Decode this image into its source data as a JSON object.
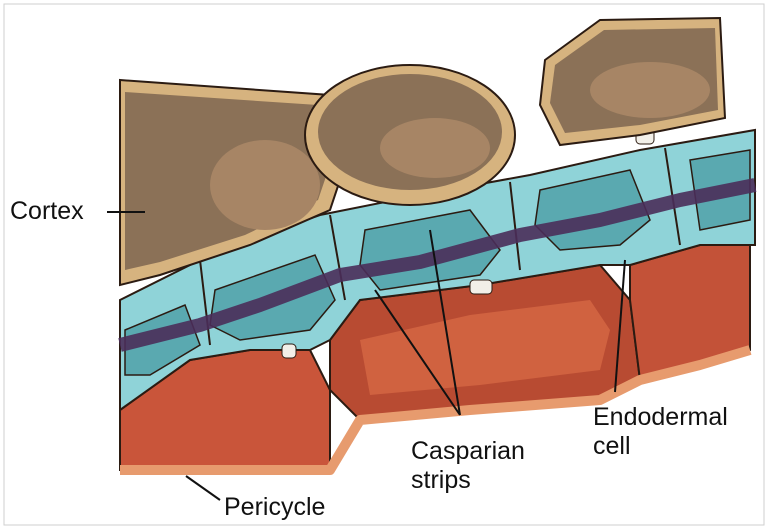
{
  "labels": {
    "cortex": "Cortex",
    "casparian": "Casparian\nstrips",
    "endodermal": "Endodermal\ncell",
    "pericycle": "Pericycle"
  },
  "colors": {
    "cortex_fill": "#8b7157",
    "cortex_wall": "#d6b37f",
    "endoderm_fill": "#8fd3d8",
    "endoderm_dark": "#5aa9b0",
    "casparian_band": "#4a2d5a",
    "pericycle_fill": "#c9553a",
    "pericycle_wall": "#e79b6e",
    "outline": "#2b1b12"
  }
}
